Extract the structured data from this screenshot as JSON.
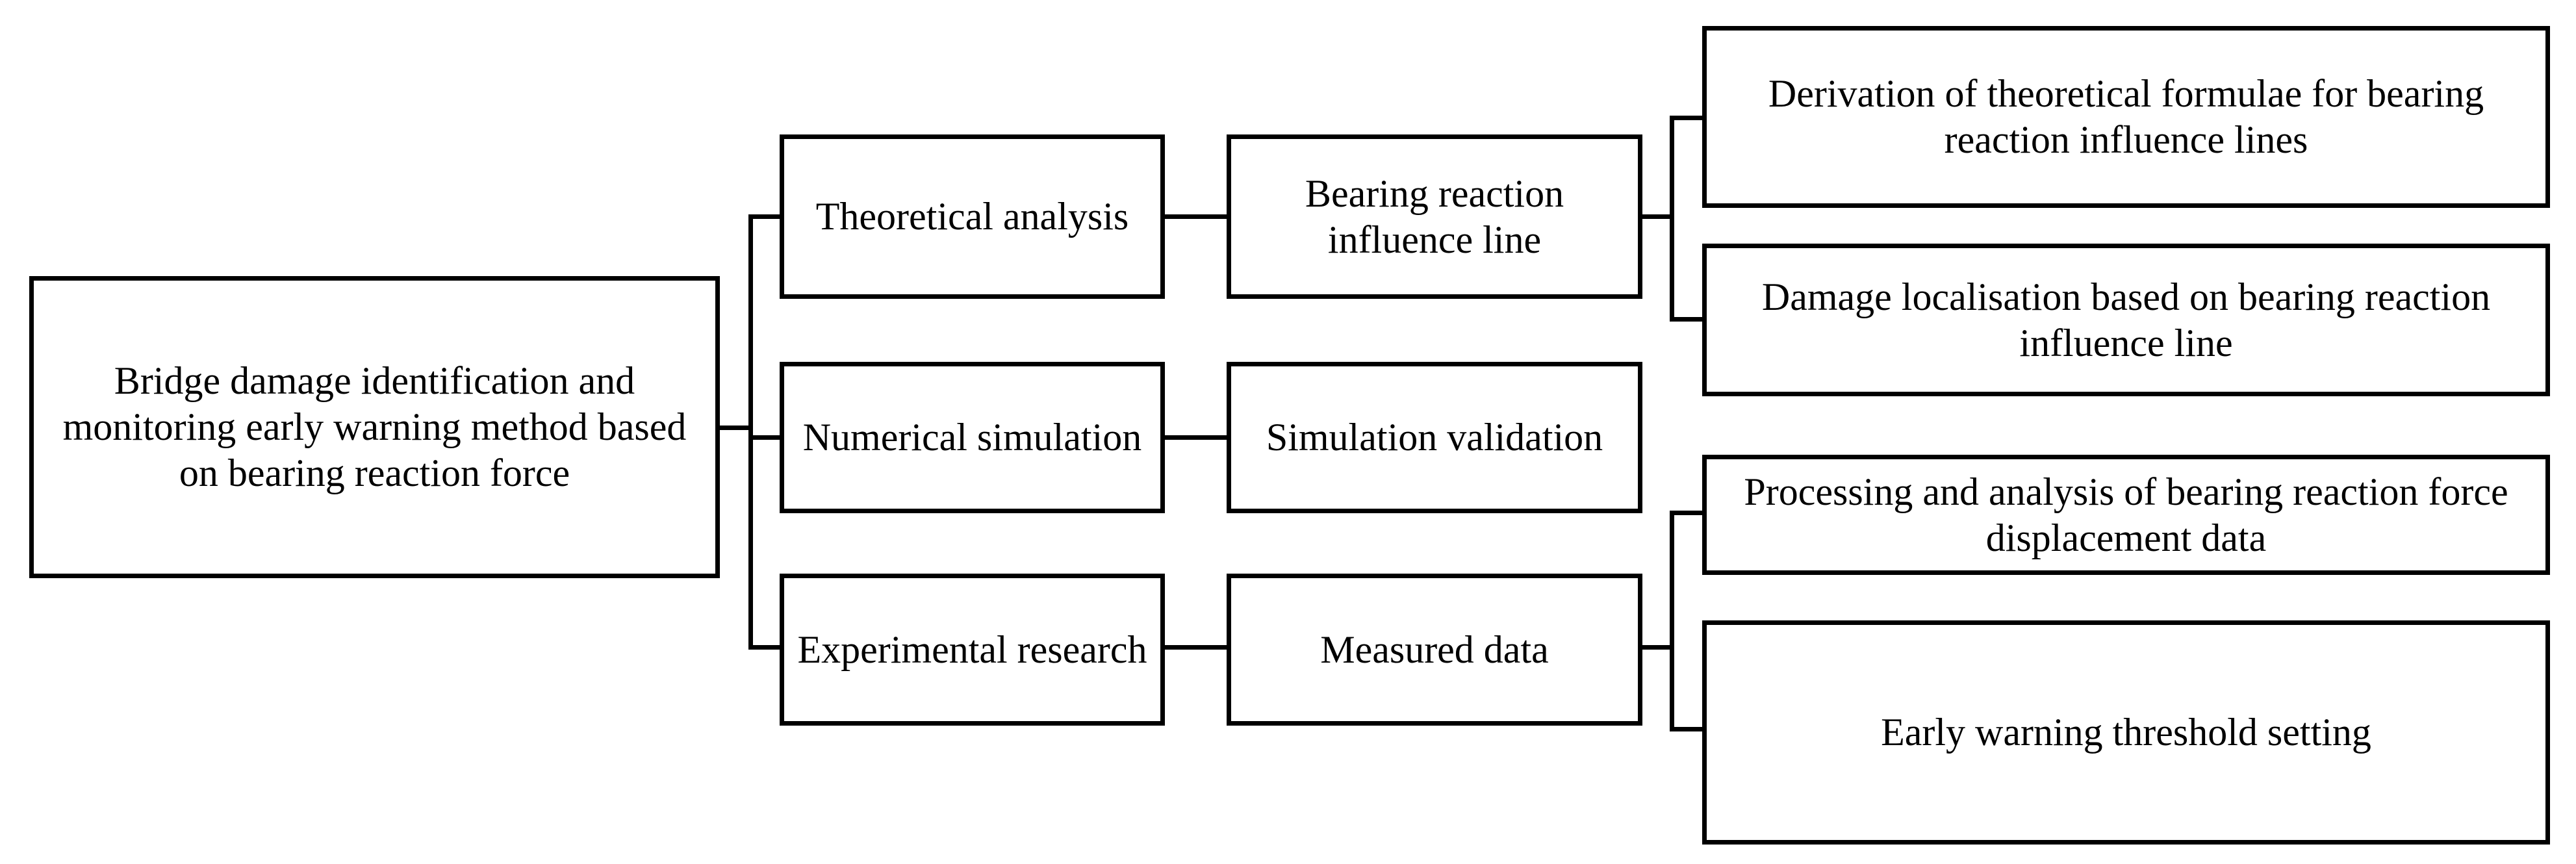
{
  "diagram": {
    "type": "tree-flowchart",
    "orientation": "left-to-right",
    "line_color": "#000000",
    "box_fill": "#ffffff",
    "root": {
      "id": "root",
      "label": "Bridge damage identification and monitoring early warning method based on bearing reaction force"
    },
    "level2": [
      {
        "id": "theoretical-analysis",
        "label": "Theoretical analysis"
      },
      {
        "id": "numerical-simulation",
        "label": "Numerical simulation"
      },
      {
        "id": "experimental-research",
        "label": "Experimental research"
      }
    ],
    "level3": [
      {
        "id": "bearing-reaction-influence-line",
        "label": "Bearing reaction influence line"
      },
      {
        "id": "simulation-validation",
        "label": "Simulation validation"
      },
      {
        "id": "measured-data",
        "label": "Measured data"
      }
    ],
    "level4": [
      {
        "id": "derivation-of-theoretical-formulae",
        "label": "Derivation of theoretical formulae for bearing reaction influence lines"
      },
      {
        "id": "damage-localisation",
        "label": "Damage localisation based on bearing reaction influence line"
      },
      {
        "id": "processing-and-analysis",
        "label": "Processing and analysis of bearing reaction force displacement data"
      },
      {
        "id": "early-warning-threshold",
        "label": "Early warning threshold setting"
      }
    ],
    "edges": [
      {
        "from": "root",
        "to": "theoretical-analysis"
      },
      {
        "from": "root",
        "to": "numerical-simulation"
      },
      {
        "from": "root",
        "to": "experimental-research"
      },
      {
        "from": "theoretical-analysis",
        "to": "bearing-reaction-influence-line"
      },
      {
        "from": "numerical-simulation",
        "to": "simulation-validation"
      },
      {
        "from": "experimental-research",
        "to": "measured-data"
      },
      {
        "from": "bearing-reaction-influence-line",
        "to": "derivation-of-theoretical-formulae"
      },
      {
        "from": "bearing-reaction-influence-line",
        "to": "damage-localisation"
      },
      {
        "from": "measured-data",
        "to": "processing-and-analysis"
      },
      {
        "from": "measured-data",
        "to": "early-warning-threshold"
      }
    ]
  }
}
